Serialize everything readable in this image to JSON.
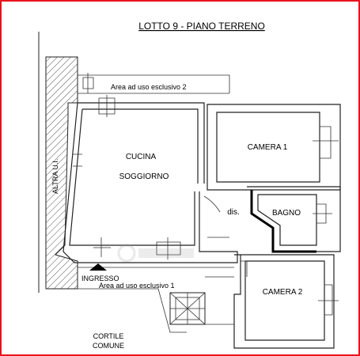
{
  "frame_color": "#e8141c",
  "title": "LOTTO 9 - PIANO TERRENO",
  "labels": {
    "area_esclusiva_2": "Area ad uso esclusivo 2",
    "cucina": "CUCINA",
    "soggiorno": "SOGGIORNO",
    "camera_1": "CAMERA  1",
    "altra_ui": "ALTRA U.I.",
    "dis": "dis.",
    "bagno": "BAGNO",
    "ingresso": "INGRESSO",
    "area_esclusiva_1": "Area ad uso esclusivo 1",
    "camera_2": "CAMERA  2",
    "cortile": "CORTILE",
    "comune": "COMUNE"
  },
  "icons": {
    "entrance": "entrance-arrow-icon",
    "watermark": "watermark-logo-icon"
  }
}
